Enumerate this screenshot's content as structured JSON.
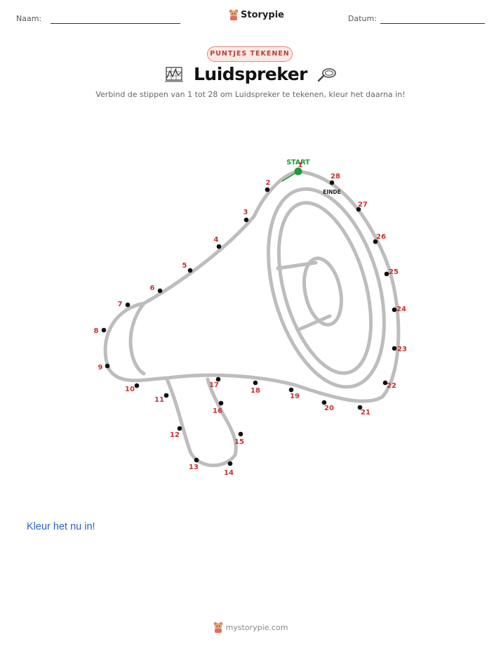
{
  "header": {
    "name_label": "Naam:",
    "date_label": "Datum:",
    "brand": "Storypie"
  },
  "badge": "PUNTJES TEKENEN",
  "title": "Luidspreker",
  "subtitle": "Verbind de stippen van 1 tot 28 om Luidspreker te tekenen, kleur het daarna in!",
  "puzzle": {
    "start_label": "START",
    "end_label": "EINDE",
    "dots": [
      "1",
      "2",
      "3",
      "4",
      "5",
      "6",
      "7",
      "8",
      "9",
      "10",
      "11",
      "12",
      "13",
      "14",
      "15",
      "16",
      "17",
      "18",
      "19",
      "20",
      "21",
      "22",
      "23",
      "24",
      "25",
      "26",
      "27",
      "28"
    ]
  },
  "instruction": "Kleur het nu in!",
  "footer": {
    "site": "mystorypie.com"
  },
  "colors": {
    "dot_label": "#c83232",
    "start": "#1f9a3a",
    "outline": "#bdbdbd",
    "instruction": "#2a62c9"
  }
}
